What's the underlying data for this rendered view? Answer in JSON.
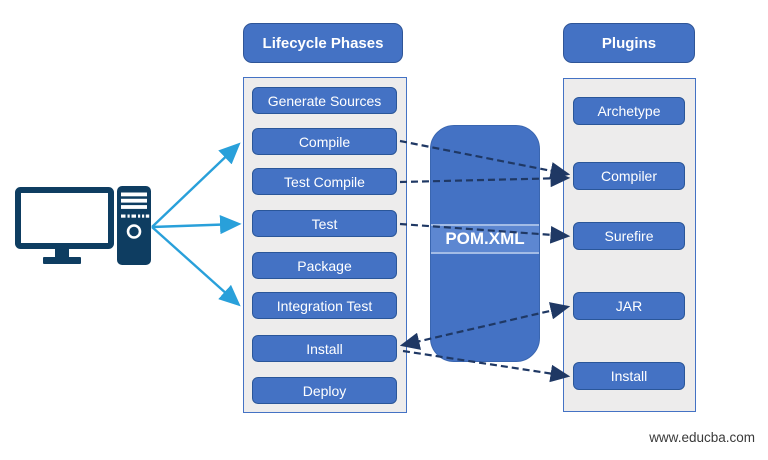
{
  "lifecycle": {
    "header": "Lifecycle Phases",
    "phases": [
      "Generate Sources",
      "Compile",
      "Test Compile",
      "Test",
      "Package",
      "Integration Test",
      "Install",
      "Deploy"
    ]
  },
  "plugins": {
    "header": "Plugins",
    "items": [
      "Archetype",
      "Compiler",
      "Surefire",
      "JAR",
      "Install"
    ]
  },
  "pom": {
    "label": "POM.XML"
  },
  "footer": {
    "site": "www.educba.com"
  },
  "icons": {
    "computer": "desktop-computer-icon"
  },
  "colors": {
    "accent_blue": "#4472C4",
    "node_border": "#2A5699",
    "container_bg": "#EDECEC",
    "pom_band": "#5D87D1",
    "solid_arrow": "#29A0DA",
    "dashed_arrow": "#1F3864",
    "computer_navy": "#0E3D61",
    "footer_text": "#3A3A3A"
  },
  "connections": [
    {
      "from": "computer",
      "to": "Compile",
      "style": "solid"
    },
    {
      "from": "computer",
      "to": "Test",
      "style": "solid"
    },
    {
      "from": "computer",
      "to": "Integration Test",
      "style": "solid"
    },
    {
      "from": "Compile",
      "to": "Compiler",
      "style": "dashed"
    },
    {
      "from": "Test Compile",
      "to": "Compiler",
      "style": "dashed"
    },
    {
      "from": "Test",
      "to": "Surefire",
      "style": "dashed"
    },
    {
      "from": "Install",
      "to": "JAR",
      "style": "dashed"
    },
    {
      "from": "Install",
      "to": "Install",
      "style": "dashed"
    }
  ]
}
